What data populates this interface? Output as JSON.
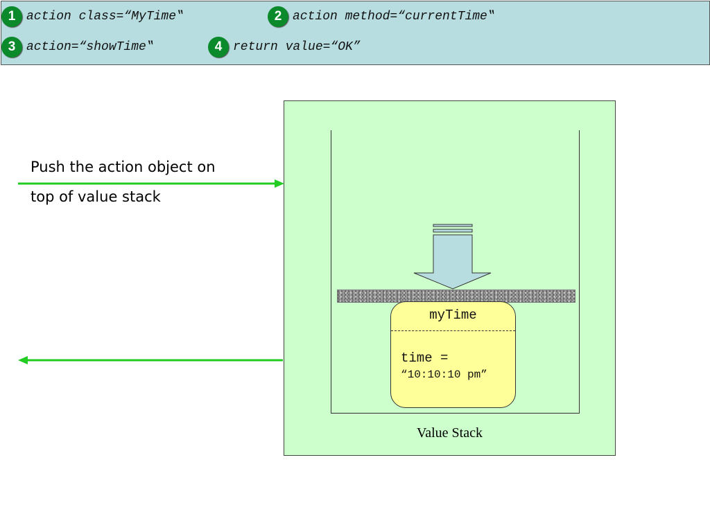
{
  "header": {
    "steps": [
      {
        "num": "1",
        "text": "action class=“MyTime‟"
      },
      {
        "num": "2",
        "text": "action method=“currentTime‟"
      },
      {
        "num": "3",
        "text": "action=“showTime‟"
      },
      {
        "num": "4",
        "text": "return value=“OK”"
      }
    ],
    "background_color": "#b7dde0",
    "badge_color": "#0a8a2a"
  },
  "caption": {
    "line1": "Push the action object on",
    "line2": "top of value stack"
  },
  "value_stack": {
    "label": "Value Stack",
    "object": {
      "name": "myTime",
      "field_line1": "time =",
      "field_line2": "“10:10:10 pm”"
    },
    "background_color": "#ccffcc",
    "object_color": "#ffff99"
  },
  "arrows": {
    "color": "#22cc22",
    "push_arrow_color": "#b7dde0"
  }
}
